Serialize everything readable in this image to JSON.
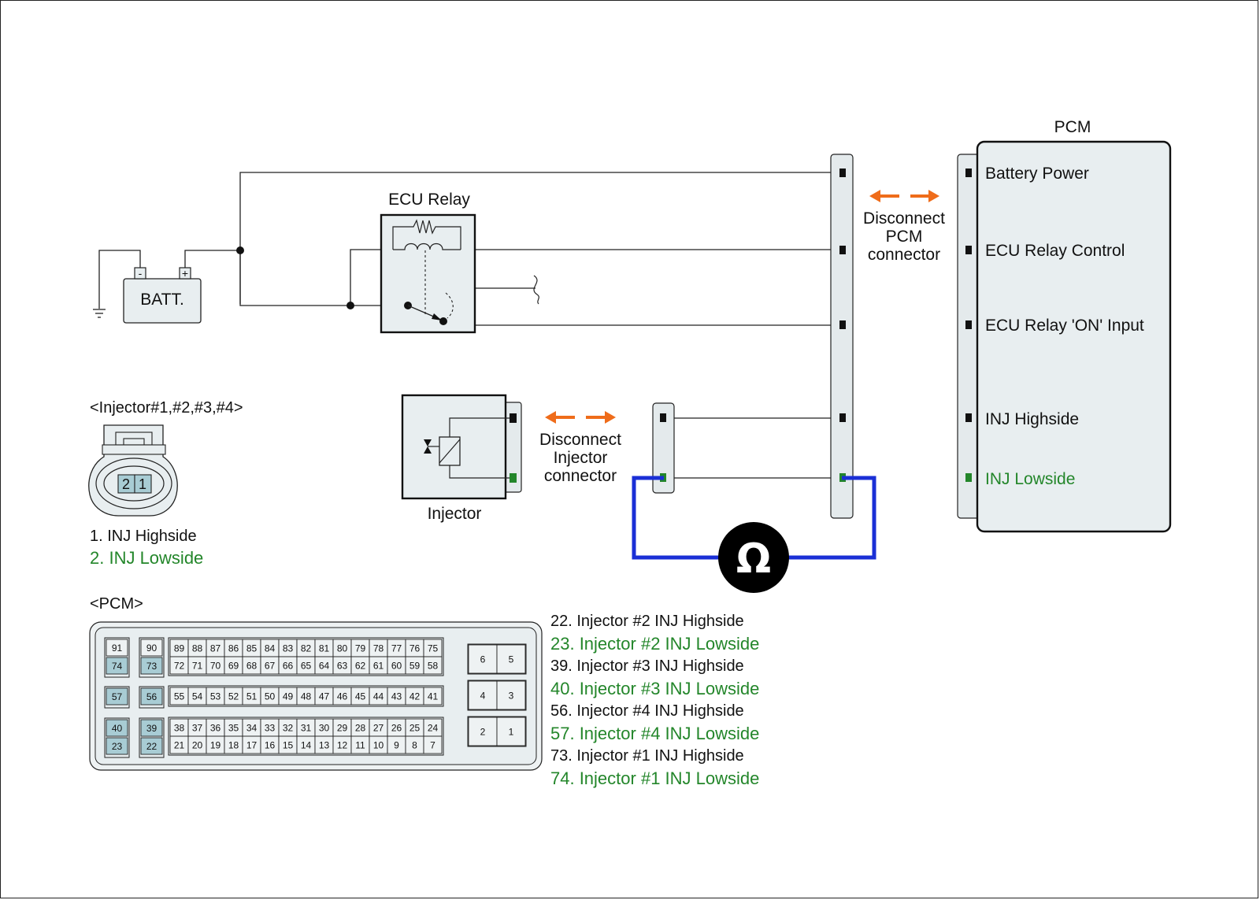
{
  "colors": {
    "wire": "#222222",
    "panel_fill": "#e8eef0",
    "connector_fill": "#e4eaec",
    "highlight_pin": "#a8ccd4",
    "lowside_green": "#23862a",
    "meter_wire": "#1a2fd6",
    "arrow_orange": "#ef6c1a"
  },
  "battery": {
    "label": "BATT.",
    "neg": "-",
    "pos": "+"
  },
  "ecu_relay": {
    "title": "ECU Relay"
  },
  "pcm_module": {
    "title": "PCM",
    "pins": [
      {
        "label": "Battery Power",
        "lowside": false
      },
      {
        "label": "ECU Relay Control",
        "lowside": false
      },
      {
        "label": "ECU Relay 'ON' Input",
        "lowside": false
      },
      {
        "label": "INJ Highside",
        "lowside": false
      },
      {
        "label": "INJ Lowside",
        "lowside": true
      }
    ]
  },
  "pcm_disconnect": {
    "lines": [
      "Disconnect",
      "PCM",
      "connector"
    ]
  },
  "injector": {
    "title": "Injector"
  },
  "injector_disconnect": {
    "lines": [
      "Disconnect",
      "Injector",
      "connector"
    ]
  },
  "meter": {
    "symbol": "Ω",
    "icon": "ohmmeter-icon"
  },
  "injector_connector": {
    "title": "<Injector#1,#2,#3,#4>",
    "pins": [
      "2",
      "1"
    ],
    "legend": [
      {
        "text": "1. INJ Highside",
        "lowside": false
      },
      {
        "text": "2. INJ Lowside",
        "lowside": true
      }
    ]
  },
  "pcm_connector": {
    "title": "<PCM>",
    "single_rows": [
      [
        "91",
        "74"
      ],
      [
        "90",
        "73"
      ],
      [
        "57"
      ],
      [
        "56"
      ],
      [
        "40",
        "23"
      ],
      [
        "39",
        "22"
      ]
    ],
    "highlighted": [
      "74",
      "73",
      "57",
      "56",
      "40",
      "23",
      "39",
      "22"
    ],
    "block1": [
      [
        "89",
        "88",
        "87",
        "86",
        "85",
        "84",
        "83",
        "82",
        "81",
        "80",
        "79",
        "78",
        "77",
        "76",
        "75"
      ],
      [
        "72",
        "71",
        "70",
        "69",
        "68",
        "67",
        "66",
        "65",
        "64",
        "63",
        "62",
        "61",
        "60",
        "59",
        "58"
      ]
    ],
    "block2": [
      [
        "55",
        "54",
        "53",
        "52",
        "51",
        "50",
        "49",
        "48",
        "47",
        "46",
        "45",
        "44",
        "43",
        "42",
        "41"
      ]
    ],
    "block3": [
      [
        "38",
        "37",
        "36",
        "35",
        "34",
        "33",
        "32",
        "31",
        "30",
        "29",
        "28",
        "27",
        "26",
        "25",
        "24"
      ],
      [
        "21",
        "20",
        "19",
        "18",
        "17",
        "16",
        "15",
        "14",
        "13",
        "12",
        "11",
        "10",
        "9",
        "8",
        "7"
      ]
    ],
    "right_pairs": [
      [
        "6",
        "5"
      ],
      [
        "4",
        "3"
      ],
      [
        "2",
        "1"
      ]
    ],
    "legend": [
      {
        "text": "22. Injector #2 INJ Highside",
        "lowside": false
      },
      {
        "text": "23. Injector #2 INJ Lowside",
        "lowside": true
      },
      {
        "text": "39. Injector #3 INJ Highside",
        "lowside": false
      },
      {
        "text": "40. Injector #3 INJ Lowside",
        "lowside": true
      },
      {
        "text": "56. Injector #4 INJ Highside",
        "lowside": false
      },
      {
        "text": "57. Injector #4 INJ Lowside",
        "lowside": true
      },
      {
        "text": "73. Injector #1 INJ Highside",
        "lowside": false
      },
      {
        "text": "74. Injector #1 INJ Lowside",
        "lowside": true
      }
    ]
  }
}
